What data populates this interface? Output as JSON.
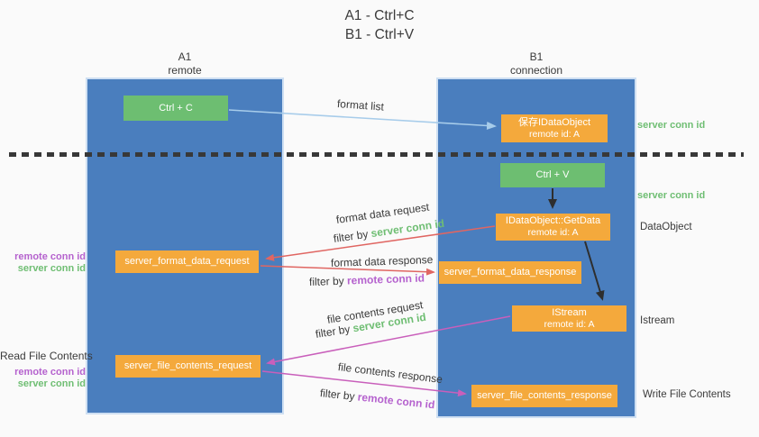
{
  "title": {
    "line1": "A1 - Ctrl+C",
    "line2": "B1 - Ctrl+V"
  },
  "lanes": {
    "left": {
      "name": "A1",
      "role": "remote"
    },
    "right": {
      "name": "B1",
      "role": "connection"
    }
  },
  "nodes": {
    "ctrl_c": {
      "label": "Ctrl + C"
    },
    "save_dataobject": {
      "line1": "保存IDataObject",
      "line2": "remote id: A"
    },
    "ctrl_v": {
      "label": "Ctrl + V"
    },
    "getdata": {
      "line1": "IDataObject::GetData",
      "line2": "remote id: A"
    },
    "server_format_data_request": {
      "label": "server_format_data_request"
    },
    "server_format_data_response": {
      "label": "server_format_data_response"
    },
    "istream": {
      "line1": "IStream",
      "line2": "remote id: A"
    },
    "server_file_contents_request": {
      "label": "server_file_contents_request"
    },
    "server_file_contents_response": {
      "label": "server_file_contents_response"
    }
  },
  "flow_labels": {
    "format_list": "format list",
    "format_data_request": "format data request",
    "format_data_response": "format data response",
    "file_contents_request": "file contents request",
    "file_contents_response": "file contents response",
    "filter_by": "filter by ",
    "server_conn_id": "server conn id",
    "remote_conn_id": "remote conn id"
  },
  "side_labels": {
    "server_conn_id_top": "server conn id",
    "server_conn_id_mid": "server conn id",
    "dataobject": "DataObject",
    "istream": "Istream",
    "write_file_contents": "Write File Contents",
    "read_file_contents": "Read File Contents",
    "remote_conn_id": "remote conn id",
    "server_conn_id": "server conn id"
  },
  "colors": {
    "lane_blue": "#4A7EBE",
    "node_green": "#6DBE71",
    "node_orange": "#F4A93C",
    "arrow_blue": "#A7CCEA",
    "arrow_red": "#E06662",
    "arrow_pink": "#C95FBB",
    "arrow_black": "#2E2E2E",
    "text_green": "#6FBE73",
    "text_purple": "#B562CE",
    "text_dark": "#3B3B3B"
  }
}
